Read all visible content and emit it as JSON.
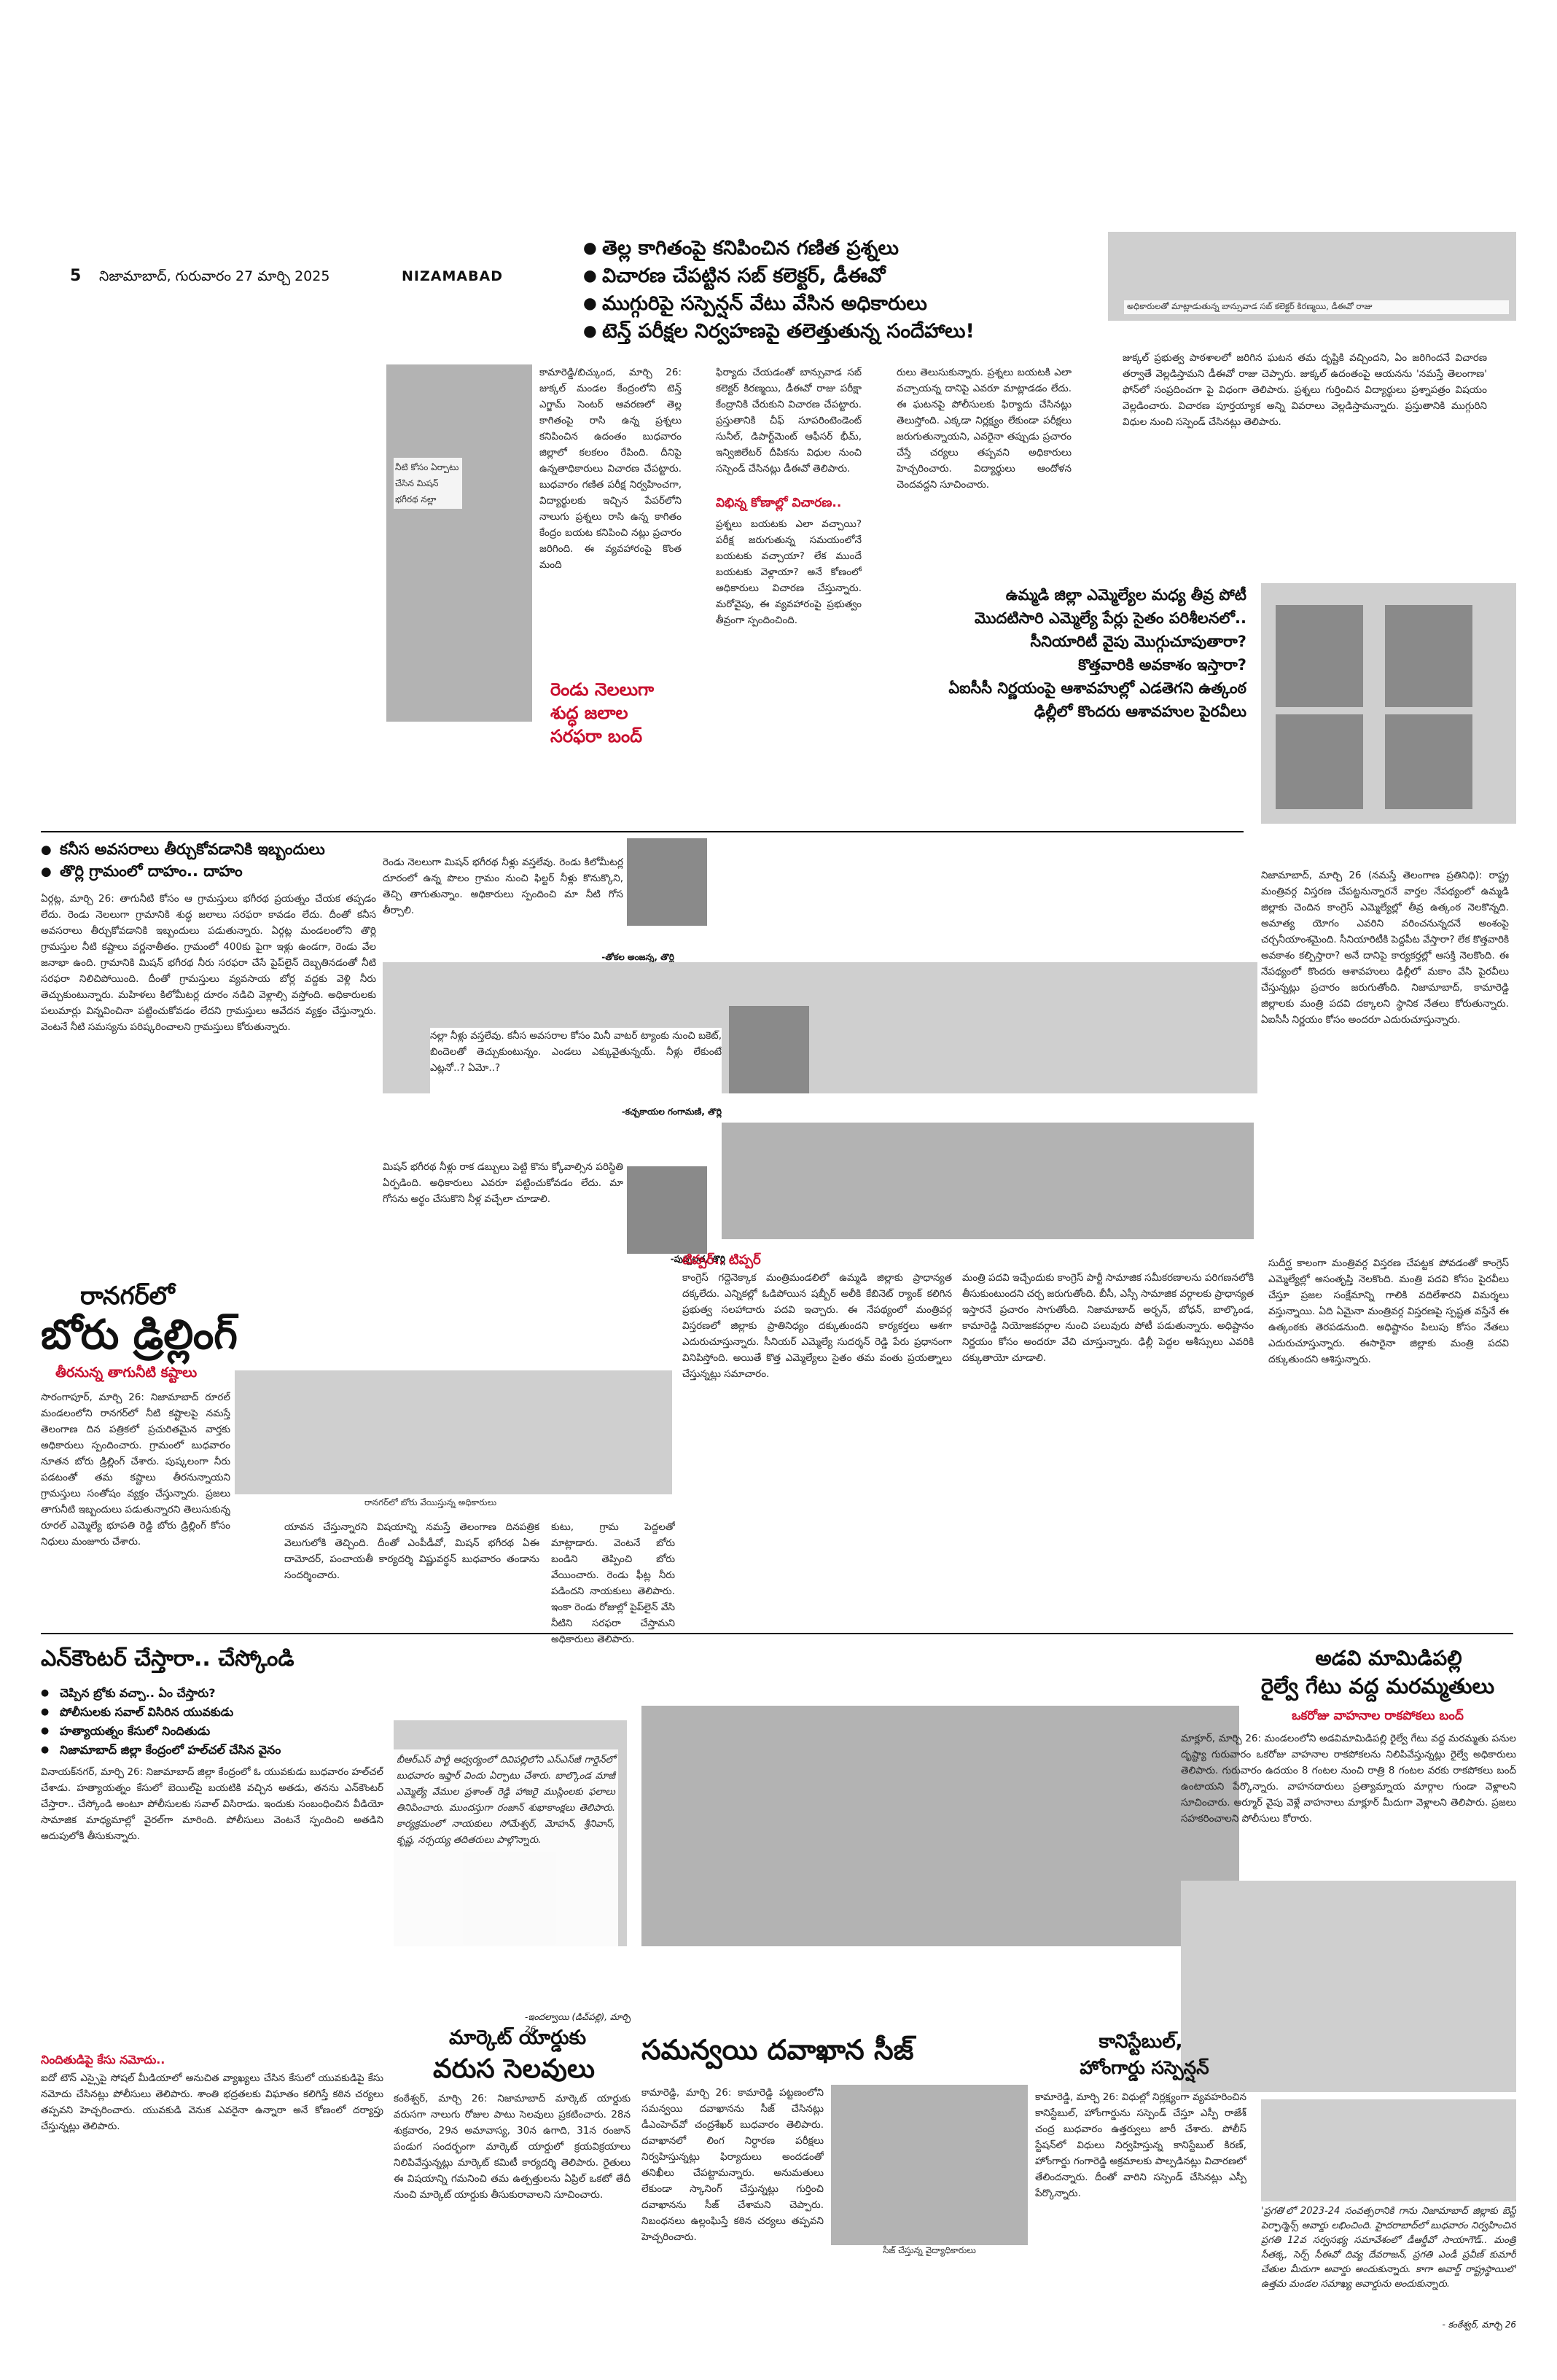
{
  "masthead": {
    "page_number": "5",
    "dateline": "నిజామాబాద్, గురువారం 27 మార్చి 2025",
    "section": "NIZAMABAD"
  },
  "top_story": {
    "bullets": [
      "తెల్ల కాగితంపై కనిపించిన గణిత ప్రశ్నలు",
      "విచారణ చేపట్టిన సబ్ కలెక్టర్, డీఈవో",
      "ముగ్గురిపై సస్పెన్షన్ వేటు వేసిన అధికారులు",
      "టెన్త్ పరీక్షల నిర్వహణపై తలెత్తుతున్న సందేహాలు!"
    ],
    "photo_caption": "అధికారులతో మాట్లాడుతున్న బాన్సువాడ సబ్ కలెక్టర్ కిరణ్మయి, డీఈవో రాజు",
    "col1": "కామారెడ్డి/బిచ్కుంద, మార్చి 26: జుక్కల్ మండల కేంద్రంలోని టెన్త్ ఎగ్జామ్ సెంటర్ ఆవరణలో తెల్ల కాగితంపై రాసి ఉన్న ప్రశ్నలు కనిపించిన ఉదంతం బుధవారం జిల్లాలో కలకలం రేపింది. దీనిపై ఉన్నతాధికారులు విచారణ చేపట్టారు. బుధవారం గణిత పరీక్ష నిర్వహించగా, విద్యార్థులకు ఇచ్చిన పేపర్‌లోని నాలుగు ప్రశ్నలు రాసి ఉన్న కాగితం కేంద్రం బయట కనిపించి నట్లు ప్రచారం జరిగింది. ఈ వ్యవహారంపై కొంత మంది",
    "pull_quote_left": "నీటి కోసం ఏర్పాటు చేసిన మిషన్ భగీరథ నల్లా",
    "col2": "ఫిర్యాదు చేయడంతో బాన్సువాడ సబ్ కలెక్టర్ కిరణ్మయి, డీఈవో రాజు పరీక్షా కేంద్రానికి చేరుకుని విచారణ చేపట్టారు. ప్రస్తుతానికి చీఫ్ సూపరింటెండెంట్ సునీల్, డిపార్ట్‌మెంట్ ఆఫీసర్ భీమ్, ఇన్విజిలేటర్ దీపికను విధుల నుంచి సస్పెండ్ చేసినట్లు డీఈవో తెలిపారు.",
    "subhead_kolahalam": "విభిన్న కోణాల్లో విచారణ..",
    "col2b": "ప్రశ్నలు బయటకు ఎలా వచ్చాయి? పరీక్ష జరుగుతున్న సమయంలోనే బయటకు వచ్చాయా? లేక ముందే బయటకు వెళ్లాయా? అనే కోణంలో అధికారులు విచారణ చేస్తున్నారు. మరోవైపు, ఈ వ్యవహారంపై ప్రభుత్వం తీవ్రంగా స్పందించింది.",
    "col3": "రులు తెలుసుకున్నారు. ప్రశ్నలు బయటకి ఎలా వచ్చాయన్న దానిపై ఎవరూ మాట్లాడడం లేదు. ఈ ఘటనపై పోలీసులకు ఫిర్యాదు చేసినట్లు తెలుస్తోంది. ఎక్కడా నిర్లక్ష్యం లేకుండా పరీక్షలు జరుగుతున్నాయని, ఎవరైనా తప్పుడు ప్రచారం చేస్తే చర్యలు తప్పవని అధికారులు హెచ్చరించారు. విద్యార్థులు ఆందోళన చెందవద్దని సూచించారు.",
    "col4": "జుక్కల్ ప్రభుత్వ పాఠశాలలో జరిగిన ఘటన తమ దృష్టికి వచ్చిందని, ఏం జరిగిందనే విచారణ తర్వాతే వెల్లడిస్తామని డీఈవో రాజు చెప్పారు. జుక్కల్ ఉదంతంపై ఆయనను 'నమస్తే తెలంగాణ' ఫోన్‌లో సంప్రదించగా పై విధంగా తెలిపారు. ప్రశ్నలు గుర్తించిన విద్యార్థులు ప్రశ్నాపత్రం విషయం వెల్లడించారు. విచారణ పూర్తయ్యాక అన్ని వివరాలు వెల్లడిస్తామన్నారు. ప్రస్తుతానికి ముగ్గురిని విధుల నుంచి సస్పెండ్ చేసినట్లు తెలిపారు."
  },
  "red_kicker": {
    "text": "రెండు నెలలుగా శుద్ధ జలాల సరఫరా బంద్"
  },
  "politics_box": {
    "headline_lines": [
      "ఉమ్మడి జిల్లా ఎమ్మెల్యేల మధ్య తీవ్ర పోటీ",
      "మొదటిసారి ఎమ్మెల్యే పేర్లు సైతం పరిశీలనలో..",
      "సీనియారిటీ వైపు మొగ్గుచూపుతారా?",
      "కొత్తవారికి అవకాశం ఇస్తారా?",
      "ఏఐసీసీ నిర్ణయంపై ఆశావహుల్లో ఎడతెగని ఉత్కంఠ",
      "ఢిల్లీలో కొందరు ఆశావహుల పైరవీలు"
    ],
    "col_right": "నిజామాబాద్, మార్చి 26 (నమస్తే తెలంగాణ ప్రతినిధి): రాష్ట్ర మంత్రివర్గ విస్తరణ చేపట్టనున్నారనే వార్తల నేపథ్యంలో ఉమ్మడి జిల్లాకు చెందిన కాంగ్రెస్ ఎమ్మెల్యేల్లో తీవ్ర ఉత్కంఠ నెలకొన్నది. అమాత్య యోగం ఎవరిని వరించనున్నదనే అంశంపై చర్చనీయాంశమైంది. సీనియారిటీకి పెద్దపీట వేస్తారా? లేక కొత్తవారికి అవకాశం కల్పిస్తారా? అనే దానిపై కార్యకర్తల్లో ఆసక్తి నెలకొంది. ఈ నేపథ్యంలో కొందరు ఆశావహులు ఢిల్లీలో మకాం వేసి పైరవీలు చేస్తున్నట్లు ప్రచారం జరుగుతోంది. నిజామాబాద్, కామారెడ్డి జిల్లాలకు మంత్రి పదవి దక్కాలని స్థానిక నేతలు కోరుతున్నారు. ఏఐసీసీ నిర్ణయం కోసం అందరూ ఎదురుచూస్తున్నారు."
  },
  "water_story": {
    "bullets": [
      "కనీస అవసరాలు తీర్చుకోవడానికి ఇబ్బందులు",
      "తొర్లి గ్రామంలో దాహం.. దాహం"
    ],
    "col1": "ఏర్గట్ల, మార్చి 26: తాగునీటి కోసం ఆ గ్రామస్తులు భగీరథ ప్రయత్నం చేయక తప్పడం లేదు. రెండు నెలలుగా గ్రామానికి శుద్ధ జలాలు సరఫరా కావడం లేదు. దీంతో కనీస అవసరాలు తీర్చుకోవడానికి ఇబ్బందులు పడుతున్నారు. ఏర్గట్ల మండలంలోని తొర్లి గ్రామస్తుల నీటి కష్టాలు వర్ణనాతీతం. గ్రామంలో 400కు పైగా ఇళ్లు ఉండగా, రెండు వేల జనాభా ఉంది. గ్రామానికి మిషన్ భగీరథ నీరు సరఫరా చేసే పైప్‌లైన్ దెబ్బతినడంతో నీటి సరఫరా నిలిచిపోయింది. దీంతో గ్రామస్తులు వ్యవసాయ బోర్ల వద్దకు వెళ్లి నీరు తెచ్చుకుంటున్నారు. మహిళలు కిలోమీటర్ల దూరం నడిచి వెళ్లాల్సి వస్తోంది. అధికారులకు పలుమార్లు విన్నవించినా పట్టించుకోవడం లేదని గ్రామస్తులు ఆవేదన వ్యక్తం చేస్తున్నారు. వెంటనే నీటి సమస్యను పరిష్కరించాలని గ్రామస్తులు కోరుతున్నారు.",
    "quote1": "రెండు నెలలుగా మిషన్ భగీరథ నీళ్లు వస్తలేవు. రెండు కిలోమీటర్ల దూరంలో ఉన్న పొలం గ్రామం నుంచి ఫిల్టర్ నీళ్లు కొనుక్కొని, తెచ్చి తాగుతున్నాం. అధికారులు స్పందించి మా నీటి గోస తీర్చాలి.",
    "credit1": "-తోకల అంజన్న, తొర్లి",
    "quote2": "నల్లా నీళ్లు వస్తలేవు. కనీస అవసరాల కోసం మినీ వాటర్ ట్యాంకు నుంచి బకెట్, బిందెలతో తెచ్చుకుంటున్నం. ఎండలు ఎక్కువైతున్నయ్. నీళ్లు లేకుంటే ఎట్లనో..? ఏమో..?",
    "credit2": "-కచ్చకాయల గంగామణి, తొర్లి",
    "quote3": "మిషన్ భగీరథ నీళ్లు రాక డబ్బులు పెట్టి కొను క్కోవాల్సిన పరిస్థితి ఏర్పడింది. అధికారులు ఎవరూ పట్టించుకోవడం లేదు. మా గోసను అర్థం చేసుకొని నీళ్ల వచ్చేలా చూడాలి.",
    "credit3": "-పుష్పలత, తొర్లి"
  },
  "tipper_box": {
    "title": "టిప్పర్.. టిప్పర్",
    "col1": "కాంగ్రెస్ గద్దెనెక్కాక మంత్రిమండలిలో ఉమ్మడి జిల్లాకు ప్రాధాన్యత దక్కలేదు. ఎన్నికల్లో ఓడిపోయిన షబ్బీర్ అలీకి కేబినెట్ ర్యాంక్ కలిగిన ప్రభుత్వ సలహాదారు పదవి ఇచ్చారు. ఈ నేపథ్యంలో మంత్రివర్గ విస్తరణలో జిల్లాకు ప్రాతినిధ్యం దక్కుతుందని కార్యకర్తలు ఆశగా ఎదురుచూస్తున్నారు. సీనియర్ ఎమ్మెల్యే సుదర్శన్ రెడ్డి పేరు ప్రధానంగా వినిపిస్తోంది. అయితే కొత్త ఎమ్మెల్యేలు సైతం తమ వంతు ప్రయత్నాలు చేస్తున్నట్లు సమాచారం.",
    "col2": "మంత్రి పదవి ఇచ్చేందుకు కాంగ్రెస్ పార్టీ సామాజిక సమీకరణాలను పరిగణనలోకి తీసుకుంటుందని చర్చ జరుగుతోంది. బీసీ, ఎస్సీ సామాజిక వర్గాలకు ప్రాధాన్యత ఇస్తారనే ప్రచారం సాగుతోంది. నిజామాబాద్ అర్బన్, బోధన్, బాల్కొండ, కామారెడ్డి నియోజకవర్గాల నుంచి పలువురు పోటీ పడుతున్నారు. అధిష్టానం నిర్ణయం కోసం అందరూ వేచి చూస్తున్నారు. ఢిల్లీ పెద్దల ఆశీస్సులు ఎవరికి దక్కుతాయో చూడాలి.",
    "col3": "సుదీర్ఘ కాలంగా మంత్రివర్గ విస్తరణ చేపట్టక పోవడంతో కాంగ్రెస్ ఎమ్మెల్యేల్లో అసంతృప్తి నెలకొంది. మంత్రి పదవి కోసం పైరవీలు చేస్తూ ప్రజల సంక్షేమాన్ని గాలికి వదిలేశారని విమర్శలు వస్తున్నాయి. ఏది ఏమైనా మంత్రివర్గ విస్తరణపై స్పష్టత వస్తేనే ఈ ఉత్కంఠకు తెరపడనుంది. అధిష్టానం పిలుపు కోసం నేతలు ఎదురుచూస్తున్నారు. ఈసారైనా జిల్లాకు మంత్రి పదవి దక్కుతుందని ఆశిస్తున్నారు."
  },
  "borewell_story": {
    "headline_line1": "రానగర్‌లో",
    "headline_line2": "బోరు డ్రిల్లింగ్",
    "subhead": "తీరనున్న తాగునీటి కష్టాలు",
    "photo_caption": "రానగర్‌లో బోరు వేయిస్తున్న అధికారులు",
    "col1": "సారంగాపూర్, మార్చి 26: నిజామాబాద్ రూరల్ మండలంలోని రానగర్‌లో నీటి కష్టాలపై నమస్తే తెలంగాణ దిన పత్రికలో ప్రచురితమైన వార్తకు అధికారులు స్పందించారు. గ్రామంలో బుధవారం నూతన బోరు డ్రిల్లింగ్ చేశారు. పుష్కలంగా నీరు పడటంతో తమ కష్టాలు తీరనున్నాయని గ్రామస్తులు సంతోషం వ్యక్తం చేస్తున్నారు. ప్రజలు తాగునీటి ఇబ్బందులు పడుతున్నారని తెలుసుకున్న రూరల్ ఎమ్మెల్యే భూపతి రెడ్డి బోరు డ్రిల్లింగ్ కోసం నిధులు మంజూరు చేశారు.",
    "col2": "యావన చేస్తున్నారని విషయాన్ని నమస్తే తెలంగాణ దినపత్రిక వెలుగులోకి తెచ్చింది. దీంతో ఎంపీడీవో, మిషన్ భగీరథ ఏఈ దామోదర్, పంచాయతీ కార్యదర్శి విష్ణువర్ధన్ బుధవారం తండాను సందర్శించారు.",
    "col3": "కుటు, గ్రామ పెద్దలతో మాట్లాడారు. వెంటనే బోరు బండిని తెప్పించి బోరు వేయించారు. రెండు ఫీట్ల నీరు పడిందని నాయకులు తెలిపారు. ఇంకా రెండు రోజుల్లో పైప్‌లైన్ వేసి నీటిని సరఫరా చేస్తామని అధికారులు తెలిపారు."
  },
  "encounter_story": {
    "headline": "ఎన్‌కౌంటర్ చేస్తారా.. చేస్కోండి",
    "bullets": [
      "చెప్పిన బ్రోకు వచ్చా.. ఏం చేస్తారు?",
      "పోలీసులకు సవాల్ విసిరిన యువకుడు",
      "హత్యాయత్నం కేసులో నిందితుడు",
      "నిజామాబాద్ జిల్లా కేంద్రంలో హల్‌చల్ చేసిన వైనం"
    ],
    "col1": "వినాయక్‌నగర్, మార్చి 26: నిజామాబాద్ జిల్లా కేంద్రంలో ఓ యువకుడు బుధవారం హల్‌చల్ చేశాడు. హత్యాయత్నం కేసులో బెయిల్‌పై బయటికి వచ్చిన అతడు, తనను ఎన్‌కౌంటర్ చేస్తారా.. చేస్కోండి అంటూ పోలీసులకు సవాల్ విసిరాడు. ఇందుకు సంబంధించిన వీడియో సామాజిక మాధ్యమాల్లో వైరల్‌గా మారింది. పోలీసులు వెంటనే స్పందించి అతడిని అదుపులోకి తీసుకున్నారు.",
    "subhead_red": "నిందితుడిపై కేసు నమోదు..",
    "col1b": "ఐదో టౌన్ ఎస్సైపై సోషల్ మీడియాలో అనుచిత వ్యాఖ్యలు చేసిన కేసులో యువకుడిపై కేసు నమోదు చేసినట్లు పోలీసులు తెలిపారు. శాంతి భద్రతలకు విఘాతం కలిగిస్తే కఠిన చర్యలు తప్పవని హెచ్చరించారు. యువకుడి వెనుక ఎవరైనా ఉన్నారా అనే కోణంలో దర్యాప్తు చేస్తున్నట్లు తెలిపారు.",
    "poem": "బీఆర్‌ఎస్ పార్టీ ఆధ్వర్యంలో దివిపల్లిలోని ఎస్ఎస్‌జీ గార్డెన్‌లో బుధవారం ఇఫ్తార్ విందు ఏర్పాటు చేశారు. బాల్కొండ మాజీ ఎమ్మెల్యే వేముల ప్రశాంత్ రెడ్డి హాజరై ముస్లింలకు ఫలాలు తినిపించారు. ముందస్తుగా రంజాన్ శుభాకాంక్షలు తెలిపారు. కార్యక్రమంలో నాయకులు సోమేశ్వర్, మోహన్, శ్రీనివాస్, కృష్ణ, నర్సయ్య తదితరులు పాల్గొన్నారు.",
    "poem_credit": "-ఇందల్వాయి (డిచ్‌పల్లి), మార్చి 26"
  },
  "railway_story": {
    "headline_line1": "అడవి మామిడిపల్లి",
    "headline_line2": "రైల్వే గేటు వద్ద మరమ్మతులు",
    "subhead": "ఒకరోజు వాహనాల రాకపోకలు బంద్",
    "col1": "మాక్లూర్, మార్చి 26: మండలంలోని అడవిమామిడిపల్లి రైల్వే గేటు వద్ద మరమ్మతు పనుల దృష్ట్యా గురువారం ఒకరోజు వాహనాల రాకపోకలను నిలిపివేస్తున్నట్లు రైల్వే అధికారులు తెలిపారు. గురువారం ఉదయం 8 గంటల నుంచి రాత్రి 8 గంటల వరకు రాకపోకలు బంద్ ఉంటాయని పేర్కొన్నారు. వాహనదారులు ప్రత్యామ్నాయ మార్గాల గుండా వెళ్లాలని సూచించారు. ఆర్మూర్ వైపు వెళ్లే వాహనాలు మాక్లూర్ మీదుగా వెళ్లాలని తెలిపారు. ప్రజలు సహకరించాలని పోలీసులు కోరారు."
  },
  "market_story": {
    "headline_line1": "మార్కెట్ యార్డుకు",
    "headline_line2": "వరుస సెలవులు",
    "col1": "కంఠేశ్వర్, మార్చి 26: నిజామాబాద్ మార్కెట్ యార్డుకు వరుసగా నాలుగు రోజుల పాటు సెలవులు ప్రకటించారు. 28న శుక్రవారం, 29న అమావాస్య, 30న ఉగాది, 31న రంజాన్ పండుగ సందర్భంగా మార్కెట్ యార్డులో క్రయవిక్రయాలు నిలిపివేస్తున్నట్లు మార్కెట్ కమిటీ కార్యదర్శి తెలిపారు. రైతులు ఈ విషయాన్ని గమనించి తమ ఉత్పత్తులను ఏప్రిల్ ఒకటో తేదీ నుంచి మార్కెట్ యార్డుకు తీసుకురావాలని సూచించారు."
  },
  "hospital_story": {
    "headline": "సమన్వయి దవాఖాన సీజ్",
    "photo_caption": "సీజ్ చేస్తున్న వైద్యాధికారులు",
    "col1": "కామారెడ్డి, మార్చి 26: కామారెడ్డి పట్టణంలోని సమన్వయి దవాఖానను సీజ్ చేసినట్లు డీఎంహెచ్‌వో చంద్రశేఖర్ బుధవారం తెలిపారు. దవాఖానలో లింగ నిర్ధారణ పరీక్షలు నిర్వహిస్తున్నట్లు ఫిర్యాదులు అందడంతో తనిఖీలు చేపట్టామన్నారు. అనుమతులు లేకుండా స్కానింగ్ చేస్తున్నట్లు గుర్తించి దవాఖానను సీజ్ చేశామని చెప్పారు. నిబంధనలు ఉల్లంఘిస్తే కఠిన చర్యలు తప్పవని హెచ్చరించారు."
  },
  "constable_story": {
    "headline_line1": "కానిస్టేబుల్,",
    "headline_line2": "హోంగార్డు సస్పెన్షన్",
    "col1": "కామారెడ్డి, మార్చి 26: విధుల్లో నిర్లక్ష్యంగా వ్యవహరించిన కానిస్టేబుల్, హోంగార్డును సస్పెండ్ చేస్తూ ఎస్పీ రాజేశ్ చంద్ర బుధవారం ఉత్తర్వులు జారీ చేశారు. పోలీస్ స్టేషన్‌లో విధులు నిర్వహిస్తున్న కానిస్టేబుల్ కిరణ్, హోంగార్డు గంగారెడ్డి అక్రమాలకు పాల్పడినట్లు విచారణలో తేలిందన్నారు. దీంతో వారిని సస్పెండ్ చేసినట్లు ఎస్పీ పేర్కొన్నారు."
  },
  "note_box": {
    "text": "'ప్రగతి'లో 2023-24 సంవత్సరానికి గాను నిజామాబాద్ జిల్లాకు బెస్ట్ పెర్ఫార్మెన్స్ అవార్డు లభించింది. హైదరాబాద్‌లో బుధవారం నిర్వహించిన ప్రగతి 12వ సర్వసభ్య సమావేశంలో డీఆర్డీవో సాయాగౌడ్.. మంత్రి సీతక్క, సెర్ప్ సీఈవో దివ్య దేవరాజన్, ప్రగతి ఎండీ ప్రవీణ్ కుమార్ చేతుల మీదుగా అవార్డు అందుకున్నారు. కాగా అవార్డ్ రాష్ట్రస్థాయిలో ఉత్తమ మండల సమాఖ్య అవార్డును అందుకున్నారు.",
    "credit": "- కంఠేశ్వర్, మార్చి 26"
  }
}
